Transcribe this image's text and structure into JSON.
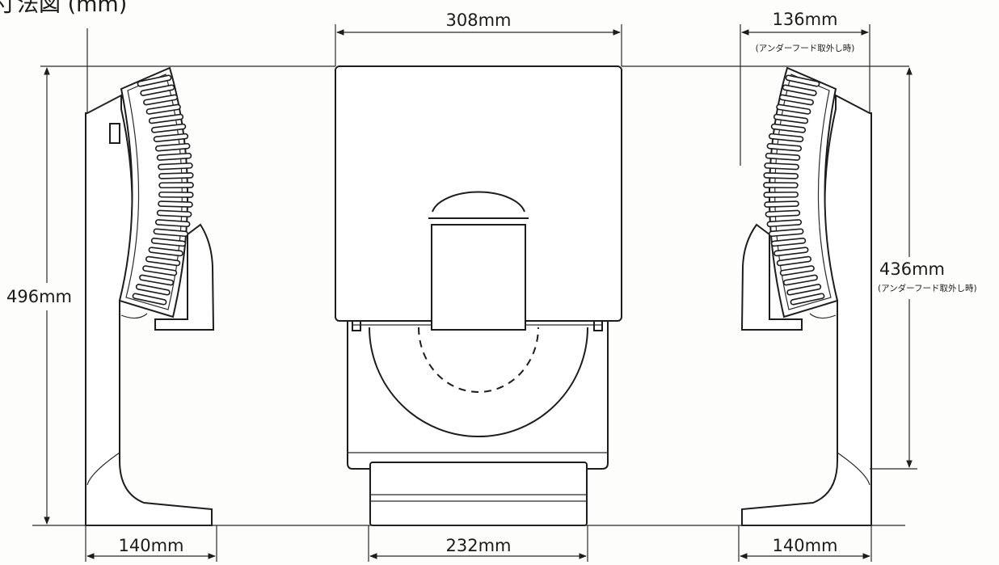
{
  "title": "寸法図 (mm)",
  "dimensions": {
    "front_width": "308mm",
    "side_depth_no_hood": "136mm",
    "hood_note_top": "(アンダーフード取外し時)",
    "overall_height": "496mm",
    "height_no_hood": "436mm",
    "hood_note_right": "(アンダーフード取外し時)",
    "left_base_depth": "140mm",
    "front_base_width": "232mm",
    "right_base_depth": "140mm"
  },
  "colors": {
    "line": "#1d1d1d",
    "paper": "#fdfdfb"
  }
}
